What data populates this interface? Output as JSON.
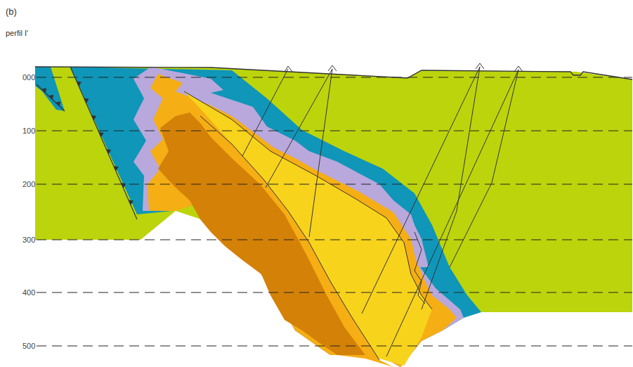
{
  "diagram": {
    "labels": [
      "(b)",
      "perfil I'",
      "000",
      "100",
      "200",
      "300",
      "400",
      "500"
    ]
  }
}
